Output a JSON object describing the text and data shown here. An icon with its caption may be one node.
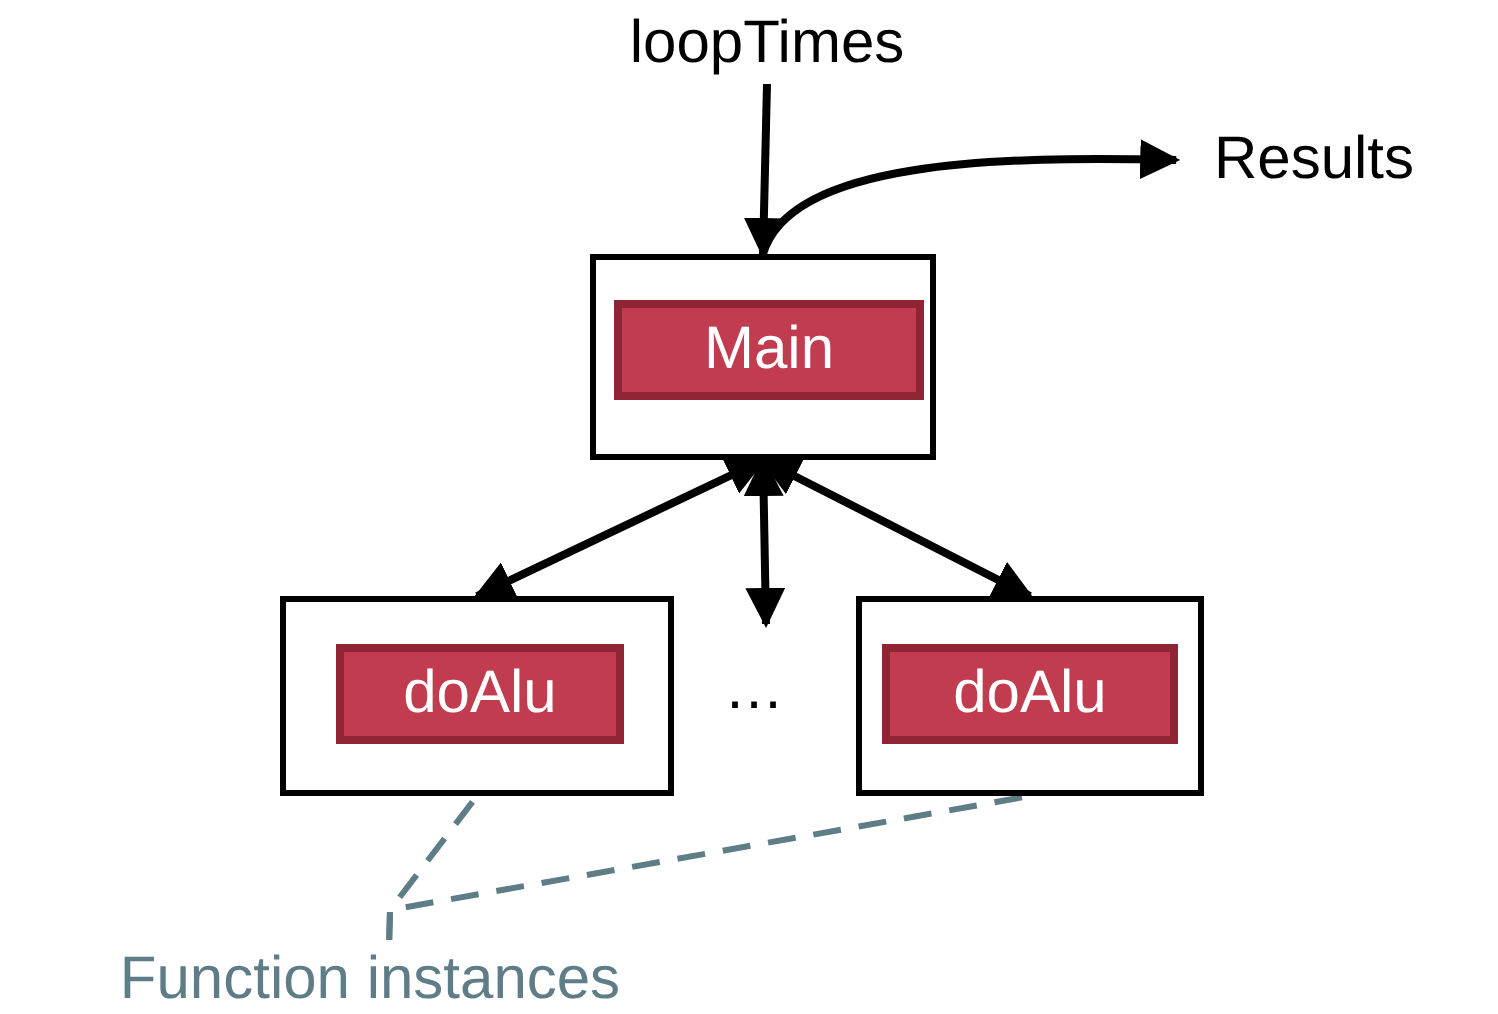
{
  "diagram": {
    "nodes": [
      {
        "text": [
          "loopTimes"
        ]
      },
      {
        "text": [
          "Results"
        ]
      },
      {
        "text": [],
        "shape": "box"
      },
      {
        "text": [
          "Main"
        ],
        "in": 2
      },
      {
        "text": [],
        "shape": "box"
      },
      {
        "text": [
          "doAlu"
        ],
        "in": 4
      },
      {
        "text": [],
        "shape": "box"
      },
      {
        "text": [
          "doAlu"
        ],
        "in": 6
      },
      {
        "text": [
          "Function instances"
        ]
      }
    ],
    "edges": [
      {
        "from": 0,
        "to": 2,
        "arrow": "to"
      },
      {
        "from": 2,
        "to": 1,
        "arrow": "to"
      },
      {
        "from": 2,
        "to": 4,
        "arrow": "both"
      },
      {
        "from": 2,
        "to": null,
        "arrow": "both"
      },
      {
        "from": 2,
        "to": 6,
        "arrow": "both"
      },
      {
        "from": 8,
        "to": 4,
        "arrow": "none",
        "style": "dashed",
        "color": "#5f7d87"
      },
      {
        "from": 8,
        "to": 6,
        "arrow": "none",
        "style": "dashed",
        "color": "#5f7d87"
      }
    ],
    "labels": [
      "…"
    ]
  }
}
